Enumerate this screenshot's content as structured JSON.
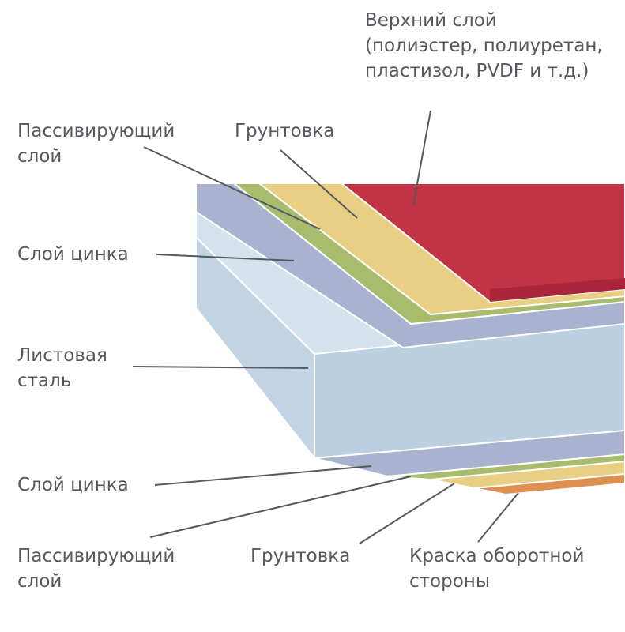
{
  "labels": {
    "top_layer": [
      "Верхний слой",
      "(полиэстер, полиуретан,",
      "пластизол, PVDF и т.д.)"
    ],
    "passivating_top": [
      "Пассивирующий",
      "слой"
    ],
    "primer_top": "Грунтовка",
    "zinc_top": "Слой цинка",
    "steel": [
      "Листовая",
      "сталь"
    ],
    "zinc_bottom": "Слой цинка",
    "passivating_bottom": [
      "Пассивирующий",
      "слой"
    ],
    "primer_bottom": "Грунтовка",
    "back_paint": [
      "Краска оборотной",
      "стороны"
    ]
  },
  "colors": {
    "top_coat": "#c23345",
    "primer": "#e8cf84",
    "passivating": "#a9bc6e",
    "zinc": "#a9b3d0",
    "steel": "#c2d4e4",
    "back_paint": "#de9050",
    "label_text": "#55595e",
    "leader_line": "#55595e"
  }
}
